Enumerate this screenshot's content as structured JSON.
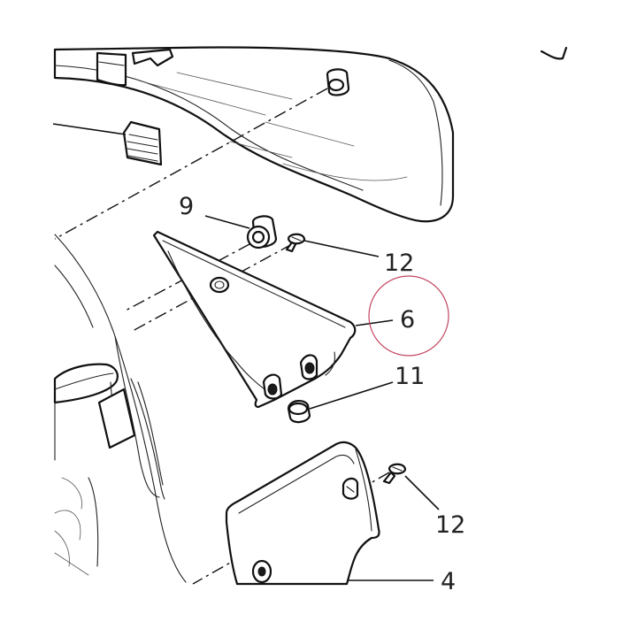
{
  "callouts": {
    "part_9": "9",
    "part_12_top": "12",
    "part_6": "6",
    "part_11": "11",
    "part_12_bottom": "12",
    "part_4": "4"
  },
  "colors": {
    "highlight_circle": "#c2455f",
    "line_art": "#111111"
  }
}
